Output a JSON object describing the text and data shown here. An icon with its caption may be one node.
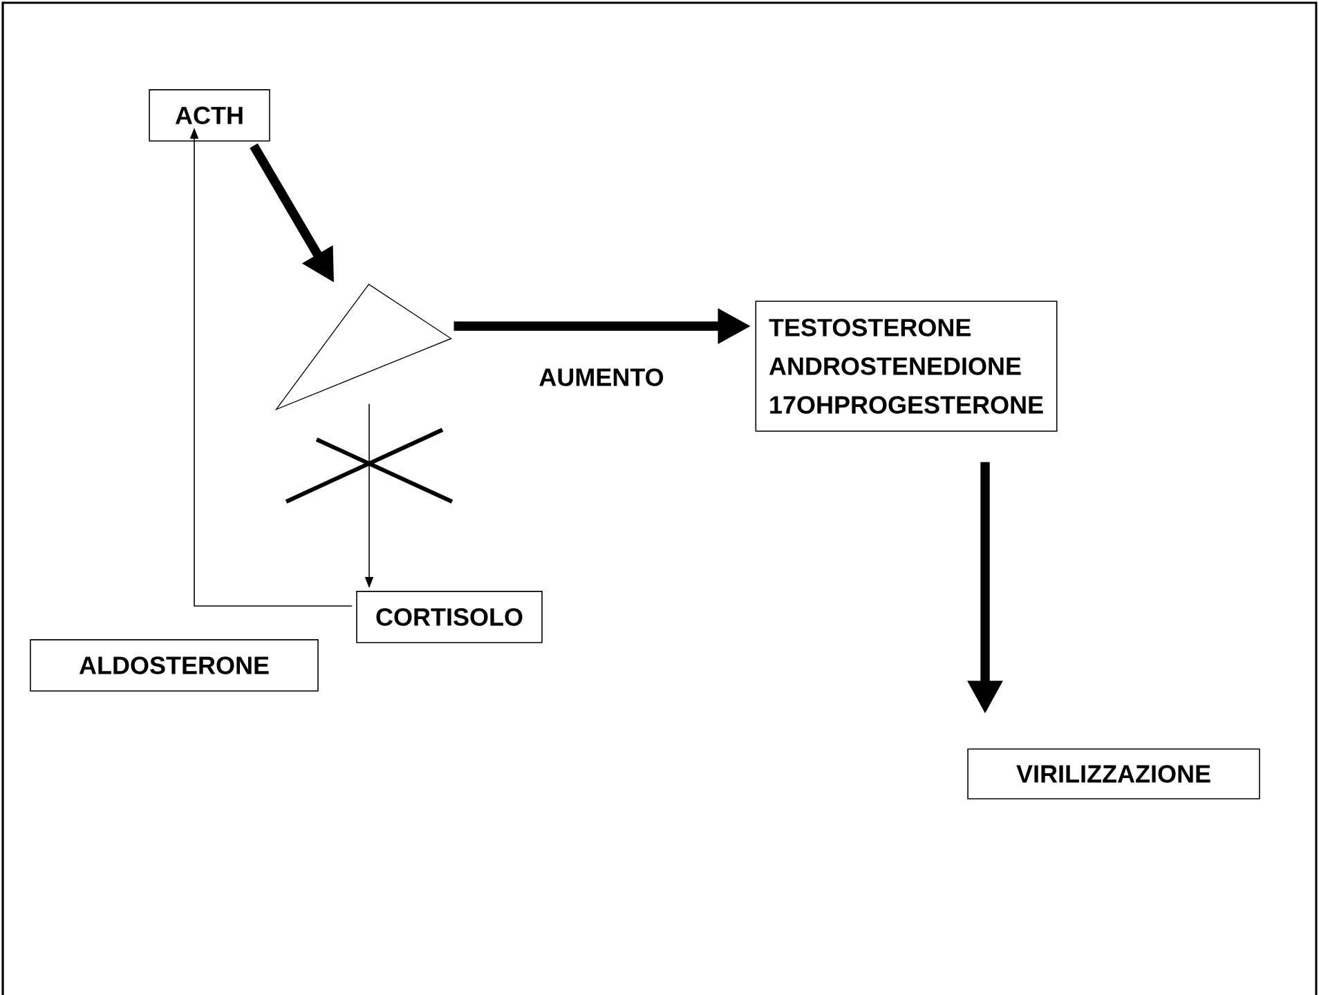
{
  "diagram": {
    "nodes": [
      {
        "text": [
          "ACTH"
        ]
      },
      {
        "text": [],
        "shape": "triangle"
      },
      {
        "text": [
          "TESTOSTERONE",
          "ANDROSTENEDIONE",
          "17OHPROGESTERONE"
        ]
      },
      {
        "text": [
          "CORTISOLO"
        ]
      },
      {
        "text": [
          "ALDOSTERONE"
        ]
      },
      {
        "text": [
          "VIRILIZZAZIONE"
        ]
      }
    ],
    "edges": [
      {
        "from": 0,
        "to": 1,
        "arrow": "to"
      },
      {
        "from": 1,
        "to": 2,
        "arrow": "to",
        "label": "AUMENTO"
      },
      {
        "from": 2,
        "to": 5,
        "arrow": "to"
      },
      {
        "from": 1,
        "to": 3,
        "arrow": "to"
      },
      {
        "from": 3,
        "to": 0,
        "arrow": "to"
      }
    ]
  }
}
